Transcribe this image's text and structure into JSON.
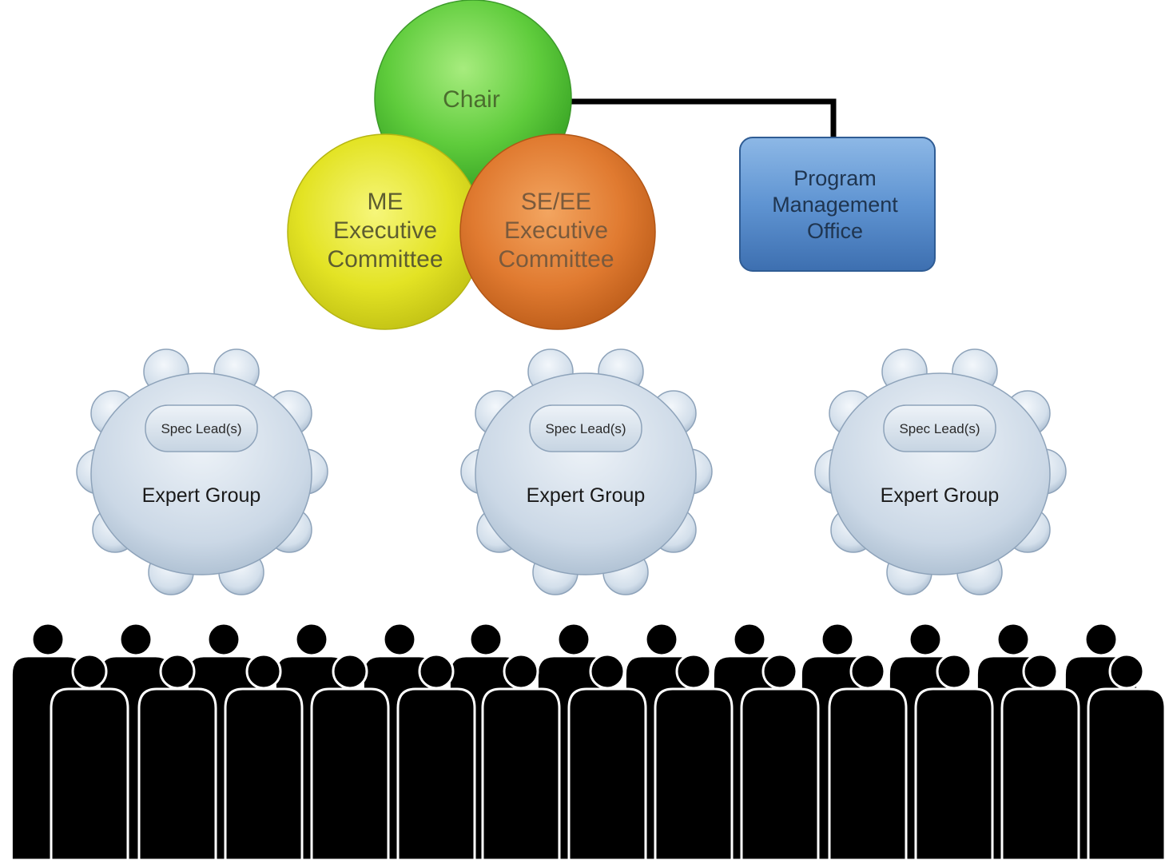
{
  "top": {
    "chair": "Chair",
    "me_committee": [
      "ME",
      "Executive",
      "Committee"
    ],
    "se_committee": [
      "SE/EE",
      "Executive",
      "Committee"
    ],
    "pmo": [
      "Program",
      "Management",
      "Office"
    ]
  },
  "expert_groups": [
    {
      "name": "Expert Group",
      "lead": "Spec Lead(s)"
    },
    {
      "name": "Expert Group",
      "lead": "Spec Lead(s)"
    },
    {
      "name": "Expert Group",
      "lead": "Spec Lead(s)"
    }
  ],
  "colors": {
    "chair": "#5cc93a",
    "me": "#e4e426",
    "se": "#e07a30",
    "pmo": "#4f86c6",
    "table": "#cdd9e6",
    "seat": "#d6e1ec",
    "crowd": "#000000"
  }
}
